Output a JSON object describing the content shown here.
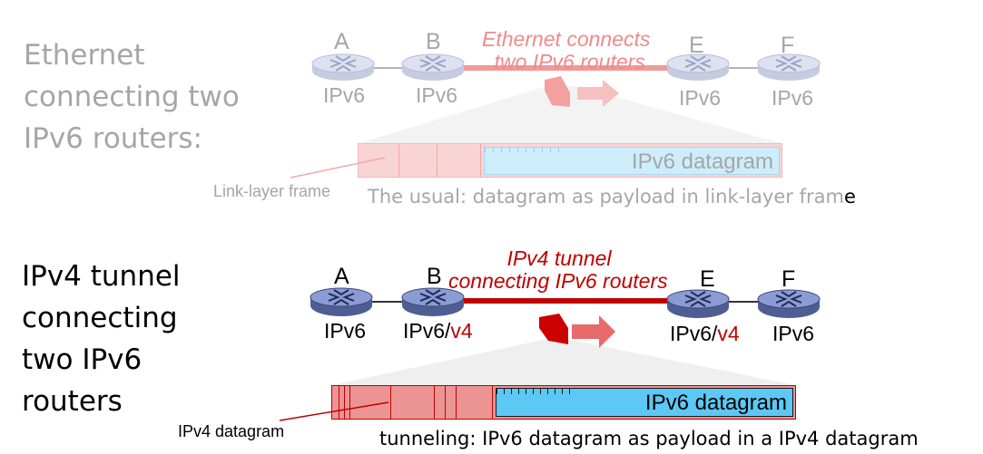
{
  "colors": {
    "faded_text": "#a6a6a6",
    "tunnel_red": "#c00000",
    "ethernet_pink": "#f08a8a",
    "ipv6_faded_blue": "#c9ecfb",
    "ipv6_blue": "#5bc8f5",
    "frame_faded": "#f7caca",
    "frame_red": "#e88a8a"
  },
  "top": {
    "side_text": [
      "Ethernet",
      "connecting two",
      "IPv6 routers:"
    ],
    "link_label_line1": "Ethernet connects",
    "link_label_line2": "two IPv6 routers",
    "nodes": [
      {
        "letter": "A",
        "type": "IPv6"
      },
      {
        "letter": "B",
        "type": "IPv6"
      },
      {
        "letter": "E",
        "type": "IPv6"
      },
      {
        "letter": "F",
        "type": "IPv6"
      }
    ],
    "datagram_label": "IPv6 datagram",
    "frame_label": "Link-layer frame",
    "caption_main": "The usual: datagram as payload in link-layer fram",
    "caption_tail": "e"
  },
  "bottom": {
    "side_text": [
      "IPv4 tunnel",
      "connecting",
      "two IPv6",
      "routers"
    ],
    "tunnel_label_line1": "IPv4 tunnel",
    "tunnel_label_line2": "connecting IPv6 routers",
    "nodes": [
      {
        "letter": "A",
        "type": "IPv6",
        "suffix": ""
      },
      {
        "letter": "B",
        "type": "IPv6/",
        "suffix": "v4"
      },
      {
        "letter": "E",
        "type": "IPv6/",
        "suffix": "v4"
      },
      {
        "letter": "F",
        "type": "IPv6",
        "suffix": ""
      }
    ],
    "datagram_label": "IPv6 datagram",
    "frame_label": "IPv4 datagram",
    "caption": "tunneling: IPv6 datagram as payload in a IPv4 datagram"
  }
}
